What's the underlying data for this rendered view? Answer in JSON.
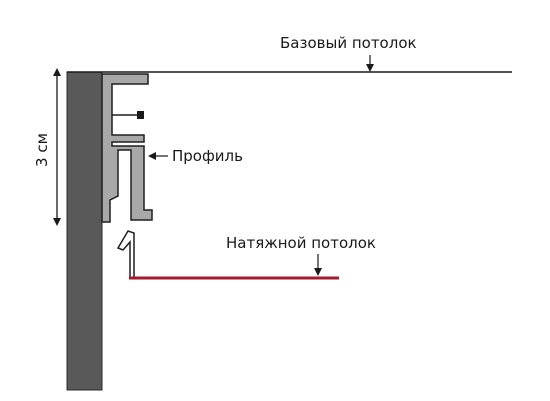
{
  "diagram": {
    "labels": {
      "base_ceiling": "Базовый потолок",
      "profile": "Профиль",
      "stretch_ceiling": "Натяжной потолок",
      "dimension": "3 см"
    },
    "colors": {
      "wall": "#595959",
      "profile_fill": "#a8a8a8",
      "profile_stroke": "#1f1f1f",
      "stretch_ceiling": "#a6192e",
      "lines": "#1a1a1a",
      "background": "#ffffff"
    }
  }
}
